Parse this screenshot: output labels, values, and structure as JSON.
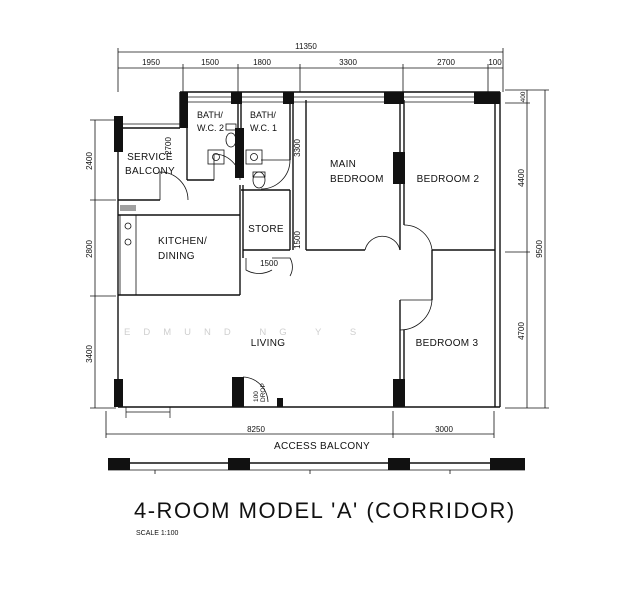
{
  "plan": {
    "title": "4-ROOM MODEL 'A' (CORRIDOR)",
    "scale": "SCALE 1:100",
    "watermark": "EDMUND NG Y S",
    "rooms": {
      "service_balcony": [
        "SERVICE",
        "BALCONY"
      ],
      "bath_wc_2": [
        "BATH/",
        "W.C. 2"
      ],
      "bath_wc_1": [
        "BATH/",
        "W.C. 1"
      ],
      "main_bedroom": [
        "MAIN",
        "BEDROOM"
      ],
      "bedroom_2": "BEDROOM 2",
      "kitchen_dining": [
        "KITCHEN/",
        "DINING"
      ],
      "store": "STORE",
      "living": "LIVING",
      "bedroom_3": "BEDROOM 3",
      "access_balcony": "ACCESS BALCONY",
      "drop": [
        "100",
        "DROP"
      ]
    },
    "dimensions": {
      "top_total": "11350",
      "top": [
        "1950",
        "1500",
        "1800",
        "3300",
        "2700",
        "100"
      ],
      "left": [
        "2400",
        "2800",
        "3400"
      ],
      "right_total": "9500",
      "right": [
        "400",
        "4400",
        "4700"
      ],
      "bottom": [
        "8250",
        "3000"
      ],
      "inner": [
        "2700",
        "3300",
        "1500",
        "1500"
      ]
    }
  }
}
